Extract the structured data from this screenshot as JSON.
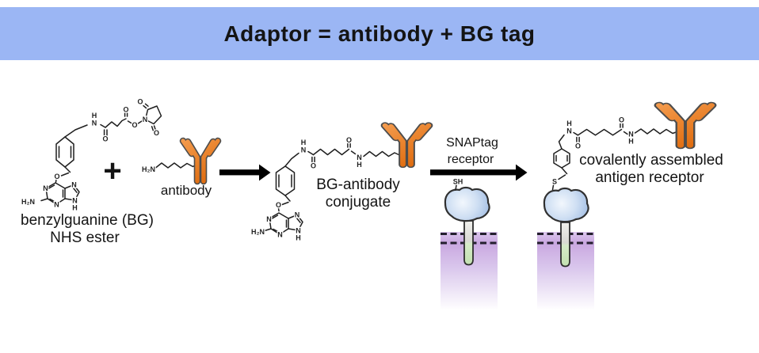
{
  "header": {
    "title": "Adaptor = antibody + BG tag"
  },
  "labels": {
    "reactant1_line1": "benzylguanine (BG)",
    "reactant1_line2": "NHS ester",
    "plus": "+",
    "reactant2": "antibody",
    "product1_line1": "BG-antibody",
    "product1_line2": "conjugate",
    "arrow2_line1": "SNAPtag",
    "arrow2_line2": "receptor",
    "product2_line1": "covalently assembled",
    "product2_line2": "antigen receptor"
  },
  "atoms": {
    "h2n": "H₂N",
    "n": "N",
    "h": "H",
    "o": "O",
    "s": "S",
    "sh": "SH"
  },
  "colors": {
    "banner-bg": "#9bb6f4",
    "text": "#141414",
    "bond": "#1f1f1f",
    "arrow": "#000000",
    "antibody-light": "#f7a459",
    "antibody-dark": "#dd6505",
    "antibody-outline": "#4d4d4d",
    "blob-center": "#f2f7fd",
    "blob-mid": "#cfdff3",
    "blob-edge": "#a7c1e5",
    "blob-outline": "#303030",
    "stalk-light": "#f0f0ed",
    "stalk-gray": "#d9d9d3",
    "stalk-green-light": "#d6ebc8",
    "stalk-green": "#c2e0b0",
    "stalk-outline": "#2e2e2e",
    "membrane-band": "#dcc7ee",
    "membrane-dark": "#c9a7e0",
    "dash": "#241f2e"
  }
}
